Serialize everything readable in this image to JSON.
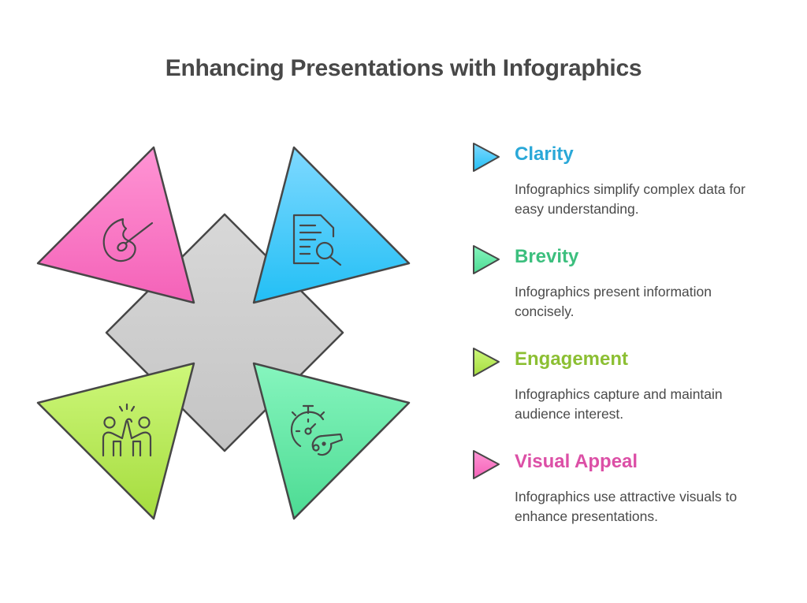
{
  "title": "Enhancing Presentations with Infographics",
  "items": [
    {
      "heading": "Clarity",
      "description": "Infographics simplify complex data for easy understanding.",
      "color": "#2aa8d8",
      "fill_top": "#7fd9ff",
      "fill_bottom": "#22bff5",
      "icon": "document-search-icon"
    },
    {
      "heading": "Brevity",
      "description": "Infographics present information concisely.",
      "color": "#3cbf7e",
      "fill_top": "#86f5be",
      "fill_bottom": "#4cdb93",
      "icon": "stopwatch-whistle-icon"
    },
    {
      "heading": "Engagement",
      "description": "Infographics capture and maintain audience interest.",
      "color": "#8cbf33",
      "fill_top": "#cdf77a",
      "fill_bottom": "#a5dc3e",
      "icon": "high-five-icon"
    },
    {
      "heading": "Visual Appeal",
      "description": "Infographics use attractive visuals to enhance presentations.",
      "color": "#dc4fa6",
      "fill_top": "#ff94d4",
      "fill_bottom": "#f462b8",
      "icon": "palette-icon"
    }
  ],
  "center_color": "#cfcfcf"
}
